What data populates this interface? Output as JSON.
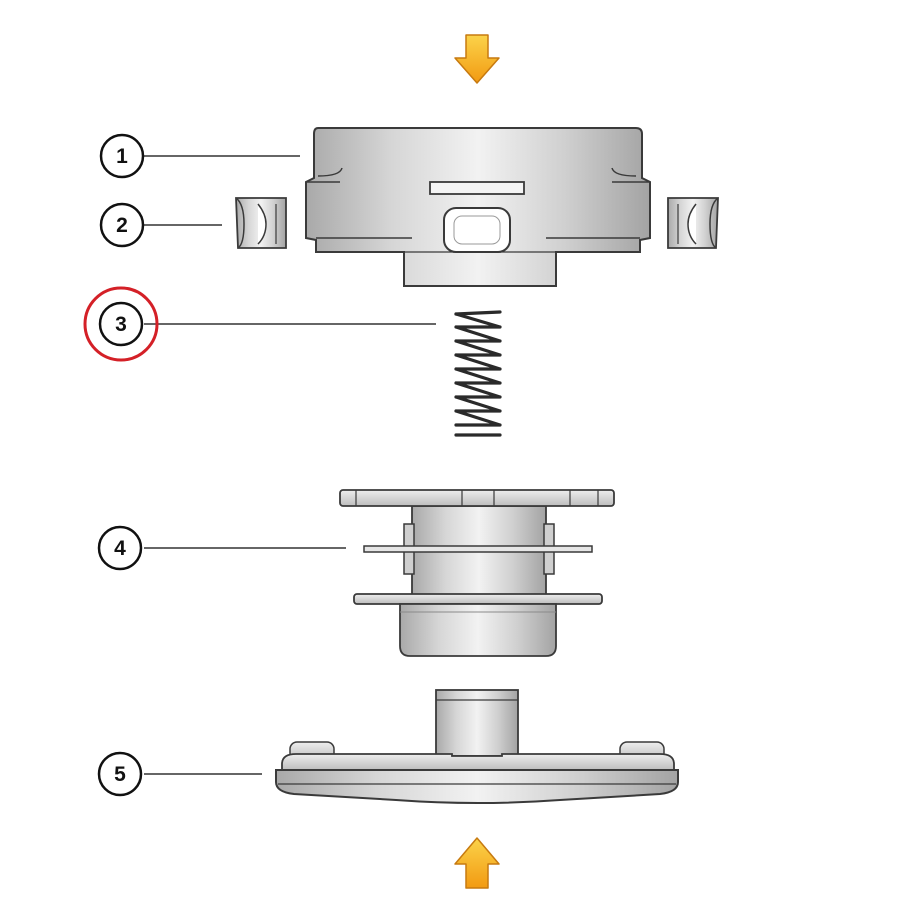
{
  "diagram": {
    "callouts": [
      {
        "id": "1",
        "label": "1",
        "highlighted": false
      },
      {
        "id": "2",
        "label": "2",
        "highlighted": false
      },
      {
        "id": "3",
        "label": "3",
        "highlighted": true
      },
      {
        "id": "4",
        "label": "4",
        "highlighted": false
      },
      {
        "id": "5",
        "label": "5",
        "highlighted": false
      }
    ],
    "colors": {
      "arrow_fill": "#f7b21e",
      "arrow_stroke": "#c77a10",
      "highlight_ring": "#d42027",
      "part_fill": "#d9d9d9",
      "part_stroke": "#3a3a3a",
      "leader_line": "#333333"
    },
    "arrows": [
      {
        "name": "top-arrow",
        "direction": "down"
      },
      {
        "name": "bottom-arrow",
        "direction": "up"
      }
    ]
  }
}
